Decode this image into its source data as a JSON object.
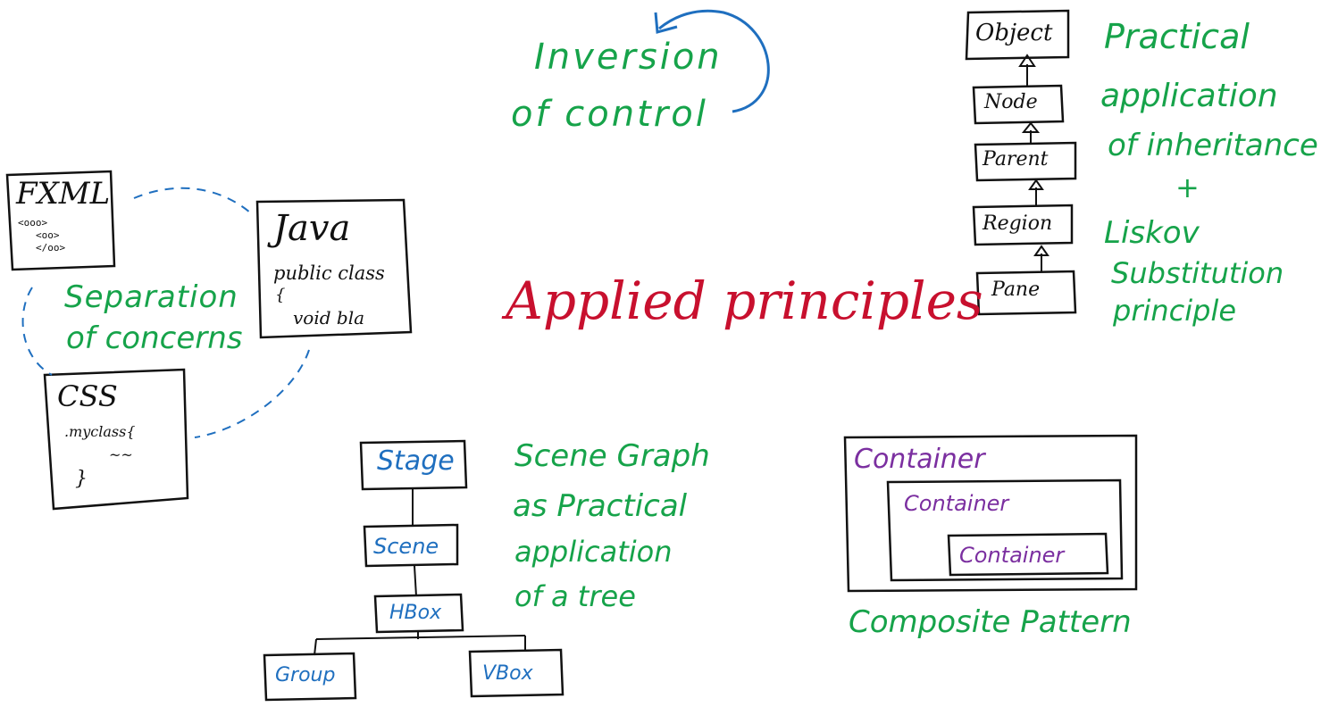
{
  "main_title": "Applied principles",
  "inversion_of_control": {
    "line1": "Inversion",
    "line2": "of control"
  },
  "separation": {
    "fxml": {
      "title": "FXML",
      "lines": [
        "<ooo>",
        "<oo>",
        "</oo>"
      ]
    },
    "java": {
      "title": "Java",
      "line1": "public class",
      "line2": "{",
      "line3": "void bla"
    },
    "css": {
      "title": "CSS",
      "line1": ".myclass{",
      "line2": "~~",
      "line3": "}"
    },
    "label_line1": "Separation",
    "label_line2": "of concerns"
  },
  "inheritance": {
    "classes": [
      "Object",
      "Node",
      "Parent",
      "Region",
      "Pane"
    ],
    "text": [
      "Practical",
      "application",
      "of inheritance",
      "+",
      "Liskov",
      "Substitution",
      "principle"
    ]
  },
  "scene_graph": {
    "nodes": {
      "stage": "Stage",
      "scene": "Scene",
      "hbox": "HBox",
      "group": "Group",
      "vbox": "VBox"
    },
    "text": [
      "Scene Graph",
      "as Practical",
      "application",
      "of a tree"
    ]
  },
  "composite": {
    "containers": [
      "Container",
      "Container",
      "Container"
    ],
    "label": "Composite Pattern"
  },
  "colors": {
    "green": "#16a34a",
    "red": "#c8102e",
    "blue": "#1f6fbf",
    "purple": "#7b2fa0",
    "ink": "#111111"
  }
}
